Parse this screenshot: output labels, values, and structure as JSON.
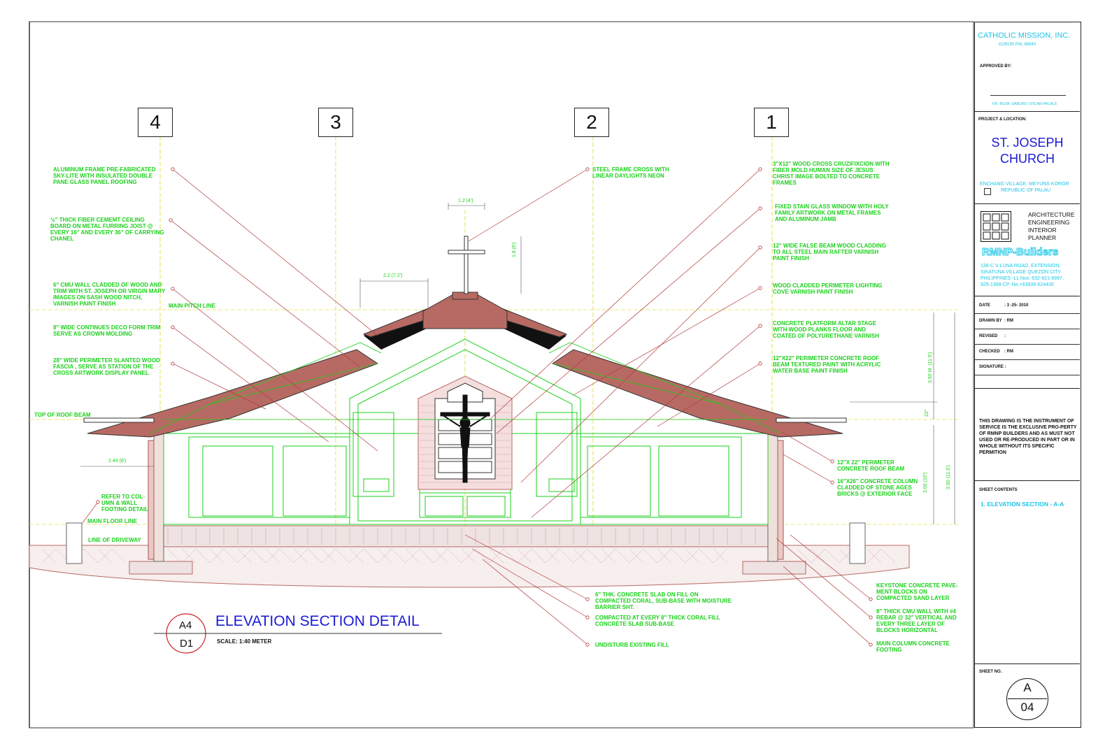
{
  "drawing": {
    "title": "ELEVATION SECTION DETAIL",
    "scale": "SCALE: 1:40 METER",
    "ref_top": "A4",
    "ref_bottom": "D1",
    "grid_labels": [
      "4",
      "3",
      "2",
      "1"
    ]
  },
  "left_notes": [
    "ALUMINUM FRAME PRE-FABRICATED SKY-LITE WITH INSULATED DOUBLE PANE GLASS PANEL ROOFING",
    "½\" THICK FIBER CEMEMT CEILING BOARD ON METAL FURRING JOIST @ EVERY 16\" AND EVERY 36\" OF CARRYING CHANEL",
    "6\" CMU WALL CLADDED OF WOOD AND TRIM WITH ST. JOSEPH OR VIRGIN MARY IMAGES ON SASH WOOD NITCH, VARNISH PAINT FINISH",
    "8\" WIDE CONTINUES DECO FORM TRIM SERVE AS CROWN MOLDING",
    "28\" WIDE PERIMETER SLANTED WOOD FASCIA , SERVE AS STATION OF THE CROSS ARTWORK DISPLAY PANEL",
    "REFER TO COL-UMN & WALL FOOTING DETAIL"
  ],
  "right_notes": [
    "3\"X12\" WOOD CROSS CRUZIFIXCION WITH FIBER MOLD HUMAN SIZE OF JESUS CHRIST IMAGE BOLTED TO CONCRETE FRAMES",
    "FIXED STAIN GLASS WINDOW WITH HOLY FAMILY ARTWORK ON METAL FRAMES AND ALUMINUM JAMB",
    "12\" WIDE FALSE BEAM WOOD CLADDING TO ALL STEEL MAIN RAFTER VARNISH PAINT FINISH",
    "WOOD CLADDED PERIMETER LIGHTING COVE VARNISH PAINT FINISH",
    "CONCRETE PLATFORM ALTAR STAGE WITH WOOD PLANKS FLOOR AND COATED OF POLYURETHANE VARNISH",
    "12\"X22\" PERIMETER CONCRETE ROOF BEAM TEXTURED PAINT WITH ACRYLIC WATER BASE PAINT FINISH",
    "12\"x 22\" PERIMETER CONCRETE ROOF BEAM",
    "16\"X26\" CONCRETE COLUMN CLADDED OF STONE AGES BRICKS @ EXTERIOR FACE"
  ],
  "center_notes": [
    "STEEL FRAME CROSS WITH LINEAR DAYLIGHTS NEON"
  ],
  "bottom_notes": [
    "6\" THK. CONCRETE SLAB ON FILL ON COMPACTED CORAL, SUB-BASE WITH MOISTURE BARRIER SHT.",
    "COMPACTED AT EVERY 8\" THICK CORAL FILL CONCRETE SLAB SUB-BASE",
    "UNDISTURB EXISTING FILL",
    "KEYSTONE CONCRETE PAVE-MENT BLOCKS ON COMPACTED SAND LAYER",
    "8\" THICK CMU WALL WITH #4 REBAR @ 32\" VERTICAL AND EVERY THREE LAYER OF BLOCKS HORIZONTAL",
    "MAIN COLUMN CONCRETE FOOTING"
  ],
  "levels": {
    "main_pitch": "MAIN PITCH LINE",
    "top_of_roof_beam": "TOP OF ROOF BEAM",
    "main_floor": "MAIN FLOOR LINE",
    "driveway": "LINE OF DRIVEWAY"
  },
  "dimensions": {
    "cross_width": "1.2 (4')",
    "cross_height": "1.8 (6')",
    "ridge_width": "2.2 (7.2')",
    "eave_overhang": "2.44 (8')",
    "roof_height": "3.50 M. (11.5')",
    "beam_depth": "22\"",
    "wall_height_a": "3.00 (10')",
    "wall_height_b": "3.50 (11.5')"
  },
  "title_block": {
    "client": "CATHOLIC MISSION, INC.",
    "client_address": "KOROR PW, 96940",
    "approved_by_label": "APPROVED BY:",
    "approver": "FR. RUSK SABURO (VICAR-PALAU)",
    "project_label": "PROJECT & LOCATION:",
    "project_line1": "ST. JOSEPH",
    "project_line2": "CHURCH",
    "location1": "ENCHANG VILLAGE, MEYUNS KOROR",
    "location2": "REPUBLIC OF PALAU",
    "services": [
      "ARCHITECTURE",
      "ENGINEERING",
      "INTERIOR",
      "PLANNER"
    ],
    "firm": "RMNP-Builders",
    "firm_address": [
      "136-C V-LUNA ROAD, EXTENSION,",
      "SIKATUNA VILLAGE QUEZON CITY",
      "PHILIPPINES -LL Nos. 632-921-9997,",
      "925-1368-CP. No.+63939-624430"
    ],
    "date_label": "DATE",
    "date_value": ": 3 -25- 2010",
    "drawn_label": "DRAWN BY",
    "drawn_value": ": RM",
    "revised_label": "REVISED",
    "revised_value": ":",
    "checked_label": "CHECKED",
    "checked_value": ": RM",
    "signature_label": "SIGNATURE :",
    "notice": "THIS DRAWING IS THE INSTRUMENT OF SERVICE IS THE EXCLUSIVE PRO-PERTY OF RMNP BUILDERS AND AS MUST NOT USED OR RE-PRODUCED IN PART OR IN WHOLE WITHOUT ITS SPECIFIC PERMITION",
    "sheet_contents_label": "SHEET CONTENTS",
    "sheet_contents": "1. ELEVATION SECTION - A-A",
    "sheet_no_label": "SHEET NO.",
    "sheet_letter": "A",
    "sheet_number": "04"
  },
  "colors": {
    "annotation": "#1bd11b",
    "roof": "#b76a63",
    "guide": "#e5e24a",
    "leader": "#b23a3a",
    "title_blue": "#1a1ad6",
    "cyan": "#19c6e6"
  }
}
